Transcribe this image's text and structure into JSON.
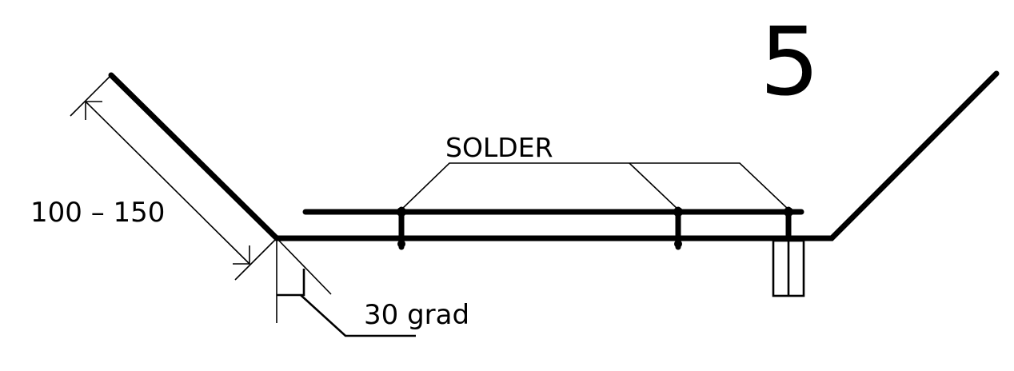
{
  "figure": {
    "number": "5",
    "dimension_label": "100 – 150",
    "solder_label": "SOLDER",
    "angle_label": "30 grad"
  },
  "colors": {
    "line": "#000000",
    "background": "#ffffff"
  }
}
